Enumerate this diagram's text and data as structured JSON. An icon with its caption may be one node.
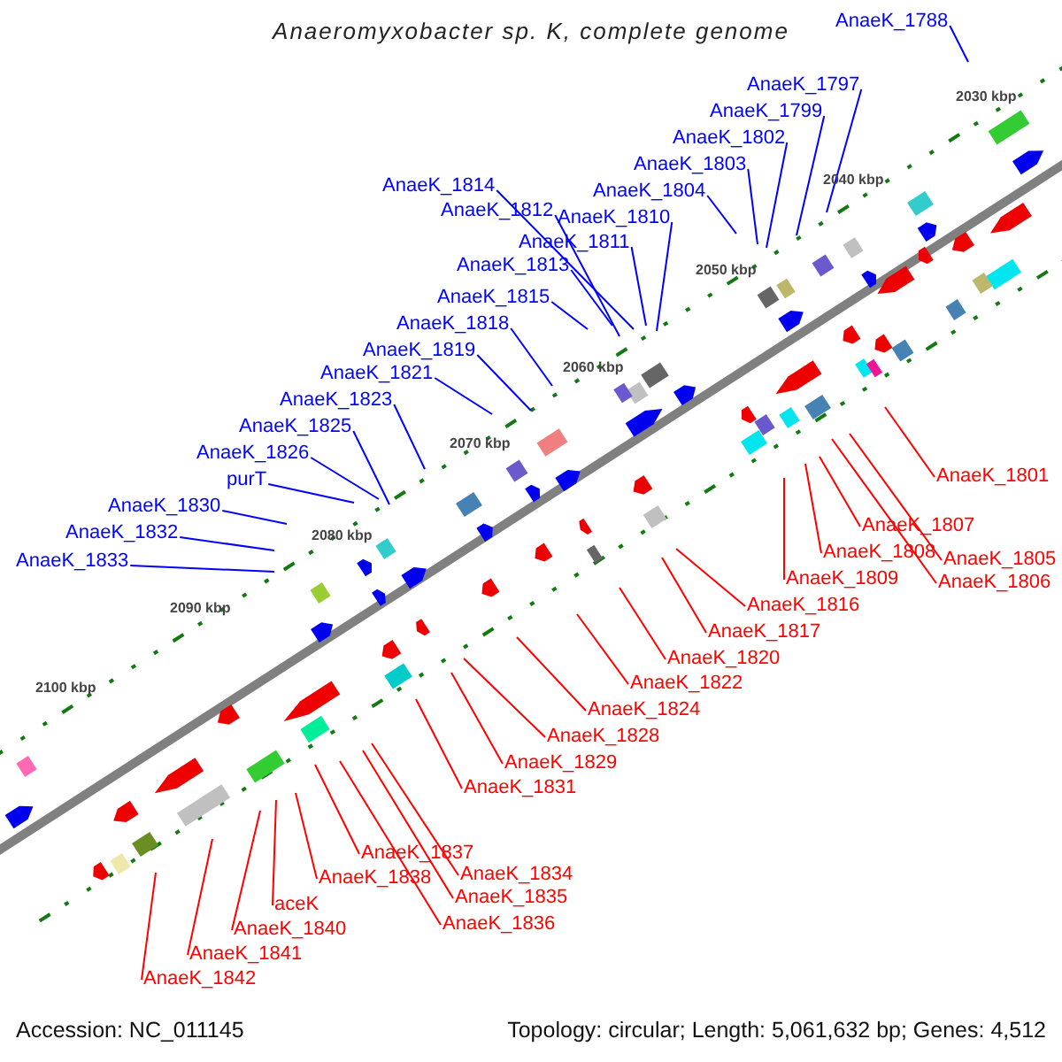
{
  "diagram": {
    "title": "Anaeromyxobacter sp. K, complete genome",
    "nodes": [
      {
        "text": [
          "AnaeK_1788"
        ]
      },
      {
        "text": [
          "AnaeK_1797"
        ]
      },
      {
        "text": [
          "AnaeK_1799"
        ]
      },
      {
        "text": [
          "AnaeK_1802"
        ]
      },
      {
        "text": [
          "AnaeK_1803"
        ]
      },
      {
        "text": [
          "AnaeK_1804"
        ]
      },
      {
        "text": [
          "AnaeK_1814"
        ]
      },
      {
        "text": [
          "AnaeK_1810"
        ]
      },
      {
        "text": [
          "AnaeK_1812"
        ]
      },
      {
        "text": [
          "AnaeK_1811"
        ]
      },
      {
        "text": [
          "AnaeK_1813"
        ]
      },
      {
        "text": [
          "AnaeK_1815"
        ]
      },
      {
        "text": [
          "AnaeK_1818"
        ]
      },
      {
        "text": [
          "AnaeK_1819"
        ]
      },
      {
        "text": [
          "AnaeK_1821"
        ]
      },
      {
        "text": [
          "AnaeK_1823"
        ]
      },
      {
        "text": [
          "AnaeK_1825"
        ]
      },
      {
        "text": [
          "AnaeK_1826"
        ]
      },
      {
        "text": [
          "purT"
        ]
      },
      {
        "text": [
          "AnaeK_1830"
        ]
      },
      {
        "text": [
          "AnaeK_1832"
        ]
      },
      {
        "text": [
          "AnaeK_1833"
        ]
      },
      {
        "text": [
          "AnaeK_1801"
        ]
      },
      {
        "text": [
          "AnaeK_1807"
        ]
      },
      {
        "text": [
          "AnaeK_1808"
        ]
      },
      {
        "text": [
          "AnaeK_1805"
        ]
      },
      {
        "text": [
          "AnaeK_1806"
        ]
      },
      {
        "text": [
          "AnaeK_1809"
        ]
      },
      {
        "text": [
          "AnaeK_1816"
        ]
      },
      {
        "text": [
          "AnaeK_1817"
        ]
      },
      {
        "text": [
          "AnaeK_1820"
        ]
      },
      {
        "text": [
          "AnaeK_1822"
        ]
      },
      {
        "text": [
          "AnaeK_1824"
        ]
      },
      {
        "text": [
          "AnaeK_1828"
        ]
      },
      {
        "text": [
          "AnaeK_1829"
        ]
      },
      {
        "text": [
          "AnaeK_1831"
        ]
      },
      {
        "text": [
          "AnaeK_1837"
        ]
      },
      {
        "text": [
          "AnaeK_1834"
        ]
      },
      {
        "text": [
          "AnaeK_1838"
        ]
      },
      {
        "text": [
          "AnaeK_1835"
        ]
      },
      {
        "text": [
          "aceK"
        ]
      },
      {
        "text": [
          "AnaeK_1836"
        ]
      },
      {
        "text": [
          "AnaeK_1840"
        ]
      },
      {
        "text": [
          "AnaeK_1841"
        ]
      },
      {
        "text": [
          "AnaeK_1842"
        ]
      }
    ],
    "edges": [
      {
        "from": 0,
        "to": null,
        "arrow": "none",
        "color": "#0000ff"
      },
      {
        "from": 1,
        "to": null,
        "arrow": "none",
        "color": "#0000ff"
      },
      {
        "from": 2,
        "to": null,
        "arrow": "none",
        "color": "#0000ff"
      },
      {
        "from": 3,
        "to": null,
        "arrow": "none",
        "color": "#0000ff"
      },
      {
        "from": 4,
        "to": null,
        "arrow": "none",
        "color": "#0000ff"
      },
      {
        "from": 5,
        "to": null,
        "arrow": "none",
        "color": "#0000ff"
      },
      {
        "from": 6,
        "to": null,
        "arrow": "none",
        "color": "#0000ff"
      },
      {
        "from": 7,
        "to": null,
        "arrow": "none",
        "color": "#0000ff"
      },
      {
        "from": 8,
        "to": null,
        "arrow": "none",
        "color": "#0000ff"
      },
      {
        "from": 9,
        "to": null,
        "arrow": "none",
        "color": "#0000ff"
      },
      {
        "from": 10,
        "to": null,
        "arrow": "none",
        "color": "#0000ff"
      },
      {
        "from": 11,
        "to": null,
        "arrow": "none",
        "color": "#0000ff"
      },
      {
        "from": 12,
        "to": null,
        "arrow": "none",
        "color": "#0000ff"
      },
      {
        "from": 13,
        "to": null,
        "arrow": "none",
        "color": "#0000ff"
      },
      {
        "from": 14,
        "to": null,
        "arrow": "none",
        "color": "#0000ff"
      },
      {
        "from": 15,
        "to": null,
        "arrow": "none",
        "color": "#0000ff"
      },
      {
        "from": 16,
        "to": null,
        "arrow": "none",
        "color": "#0000ff"
      },
      {
        "from": 17,
        "to": null,
        "arrow": "none",
        "color": "#0000ff"
      },
      {
        "from": 18,
        "to": null,
        "arrow": "none",
        "color": "#0000ff"
      },
      {
        "from": 19,
        "to": null,
        "arrow": "none",
        "color": "#0000ff"
      },
      {
        "from": 20,
        "to": null,
        "arrow": "none",
        "color": "#0000ff"
      },
      {
        "from": 21,
        "to": null,
        "arrow": "none",
        "color": "#0000ff"
      },
      {
        "from": 22,
        "to": null,
        "arrow": "none"
      },
      {
        "from": 23,
        "to": null,
        "arrow": "none"
      },
      {
        "from": 24,
        "to": null,
        "arrow": "none"
      },
      {
        "from": 25,
        "to": null,
        "arrow": "none"
      },
      {
        "from": 26,
        "to": null,
        "arrow": "none"
      },
      {
        "from": 27,
        "to": null,
        "arrow": "none"
      },
      {
        "from": 28,
        "to": null,
        "arrow": "none"
      },
      {
        "from": 29,
        "to": null,
        "arrow": "none"
      },
      {
        "from": 30,
        "to": null,
        "arrow": "none"
      },
      {
        "from": 31,
        "to": null,
        "arrow": "none"
      },
      {
        "from": 32,
        "to": null,
        "arrow": "none"
      },
      {
        "from": 33,
        "to": null,
        "arrow": "none"
      },
      {
        "from": 34,
        "to": null,
        "arrow": "none"
      },
      {
        "from": 35,
        "to": null,
        "arrow": "none"
      },
      {
        "from": 36,
        "to": null,
        "arrow": "none"
      },
      {
        "from": 37,
        "to": null,
        "arrow": "none"
      },
      {
        "from": 38,
        "to": null,
        "arrow": "none"
      },
      {
        "from": 39,
        "to": null,
        "arrow": "none"
      },
      {
        "from": 40,
        "to": null,
        "arrow": "none"
      },
      {
        "from": 41,
        "to": null,
        "arrow": "none"
      },
      {
        "from": 42,
        "to": null,
        "arrow": "none"
      },
      {
        "from": 43,
        "to": null,
        "arrow": "none"
      },
      {
        "from": 44,
        "to": null,
        "arrow": "none"
      }
    ],
    "labels": [
      "2030 kbp",
      "2040 kbp",
      "2050 kbp",
      "2060 kbp",
      "2070 kbp",
      "2080 kbp",
      "2090 kbp",
      "2100 kbp",
      "Accession: NC_011145",
      "Topology: circular; Length: 5,061,632 bp; Genes: 4,512"
    ]
  }
}
